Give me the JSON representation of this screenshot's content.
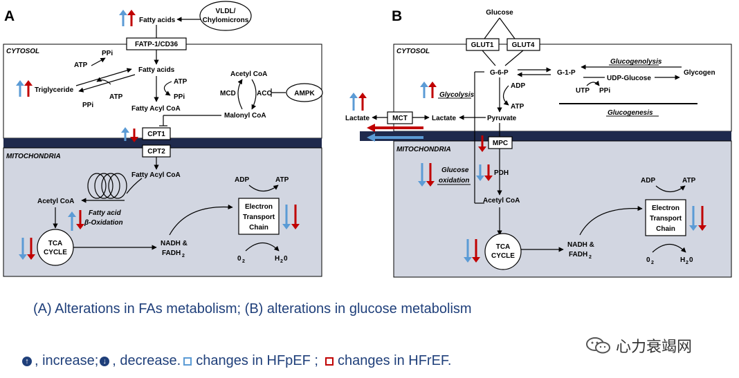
{
  "panelA": {
    "label": "A",
    "cytosol": "CYTOSOL",
    "mitochondria": "MITOCHONDRIA",
    "fatty_acids_top": "Fatty acids",
    "vldl_1": "VLDL/",
    "vldl_2": "Chylomicrons",
    "fatp": "FATP-1/CD36",
    "atp_left": "ATP",
    "ppi_left": "PPi",
    "fatty_acids_mid": "Fatty acids",
    "triglyceride": "Triglyceride",
    "ppi_tg": "PPi",
    "atp_tg": "ATP",
    "atp_right": "ATP",
    "ppi_right": "PPi",
    "fatty_acyl_coa": "Fatty Acyl CoA",
    "acetyl_coa_top": "Acetyl CoA",
    "mcd": "MCD",
    "acc": "ACC",
    "ampk": "AMPK",
    "malonyl_coa": "Malonyl CoA",
    "cpt1": "CPT1",
    "cpt2": "CPT2",
    "fatty_acyl_coa_mito": "Fatty Acyl CoA",
    "acetyl_coa": "Acetyl CoA",
    "beta_ox_1": "Fatty acid",
    "beta_ox_2": "β-Oxidation",
    "tca_1": "TCA",
    "tca_2": "CYCLE",
    "nadh_1": "NADH &",
    "nadh_2": "FADH",
    "adp": "ADP",
    "atp_etc": "ATP",
    "etc_1": "Electron",
    "etc_2": "Transport",
    "etc_3": "Chain",
    "o2": "0",
    "h2o": "H",
    "h2o_tail": "0"
  },
  "panelB": {
    "label": "B",
    "cytosol": "CYTOSOL",
    "mitochondria": "MITOCHONDRIA",
    "glucose": "Glucose",
    "glut1": "GLUT1",
    "glut4": "GLUT4",
    "g6p": "G-6-P",
    "g1p": "G-1-P",
    "glycogenolysis": "Glucogenolysis",
    "udp_glucose": "UDP-Glucose",
    "glycogen": "Glycogen",
    "utp": "UTP",
    "ppi": "PPi",
    "glucogenesis": "Glucogenesis",
    "adp": "ADP",
    "atp": "ATP",
    "glycolysis": "Glycolysis",
    "lactate_out": "Lactate",
    "mct": "MCT",
    "lactate_in": "Lactate",
    "pyruvate": "Pyruvate",
    "mpc": "MPC",
    "glucose_ox_1": "Glucose",
    "glucose_ox_2": "oxidation",
    "pdh": "PDH",
    "acetyl_coa": "Acetyl CoA",
    "tca_1": "TCA",
    "tca_2": "CYCLE",
    "nadh_1": "NADH &",
    "nadh_2": "FADH",
    "adp_etc": "ADP",
    "atp_etc": "ATP",
    "etc_1": "Electron",
    "etc_2": "Transport",
    "etc_3": "Chain",
    "o2": "0",
    "h2o": "H",
    "h2o_tail": "0"
  },
  "caption": "(A) Alterations in FAs metabolism; (B) alterations in glucose metabolism",
  "legend": {
    "increase": ", increase; ",
    "decrease": ", decrease.",
    "hfpef": " changes in HFpEF ;",
    "hfref": " changes in HFrEF.",
    "increase_icon": "up-arrow-icon",
    "decrease_icon": "down-arrow-icon"
  },
  "watermark": "心力衰竭网",
  "colors": {
    "hfpef": "#5b9bd5",
    "hfref": "#c00000",
    "mito_bg": "#d2d6e1",
    "membrane": "#1f2a4d",
    "caption_text": "#1f3f7a"
  }
}
